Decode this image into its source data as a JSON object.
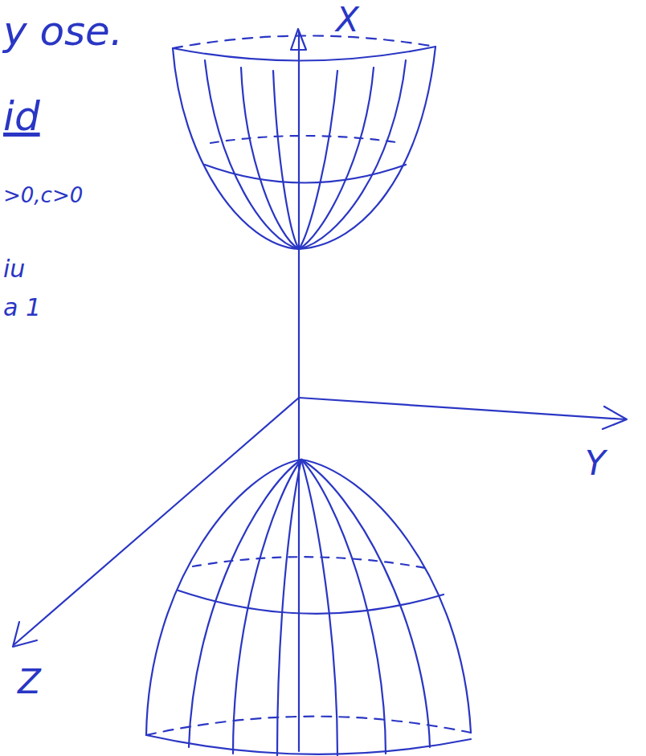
{
  "diagram": {
    "labels": [
      "y ose.",
      "id",
      ">0,c>0",
      "iu",
      "a 1",
      "X",
      "Y",
      "Z"
    ]
  }
}
